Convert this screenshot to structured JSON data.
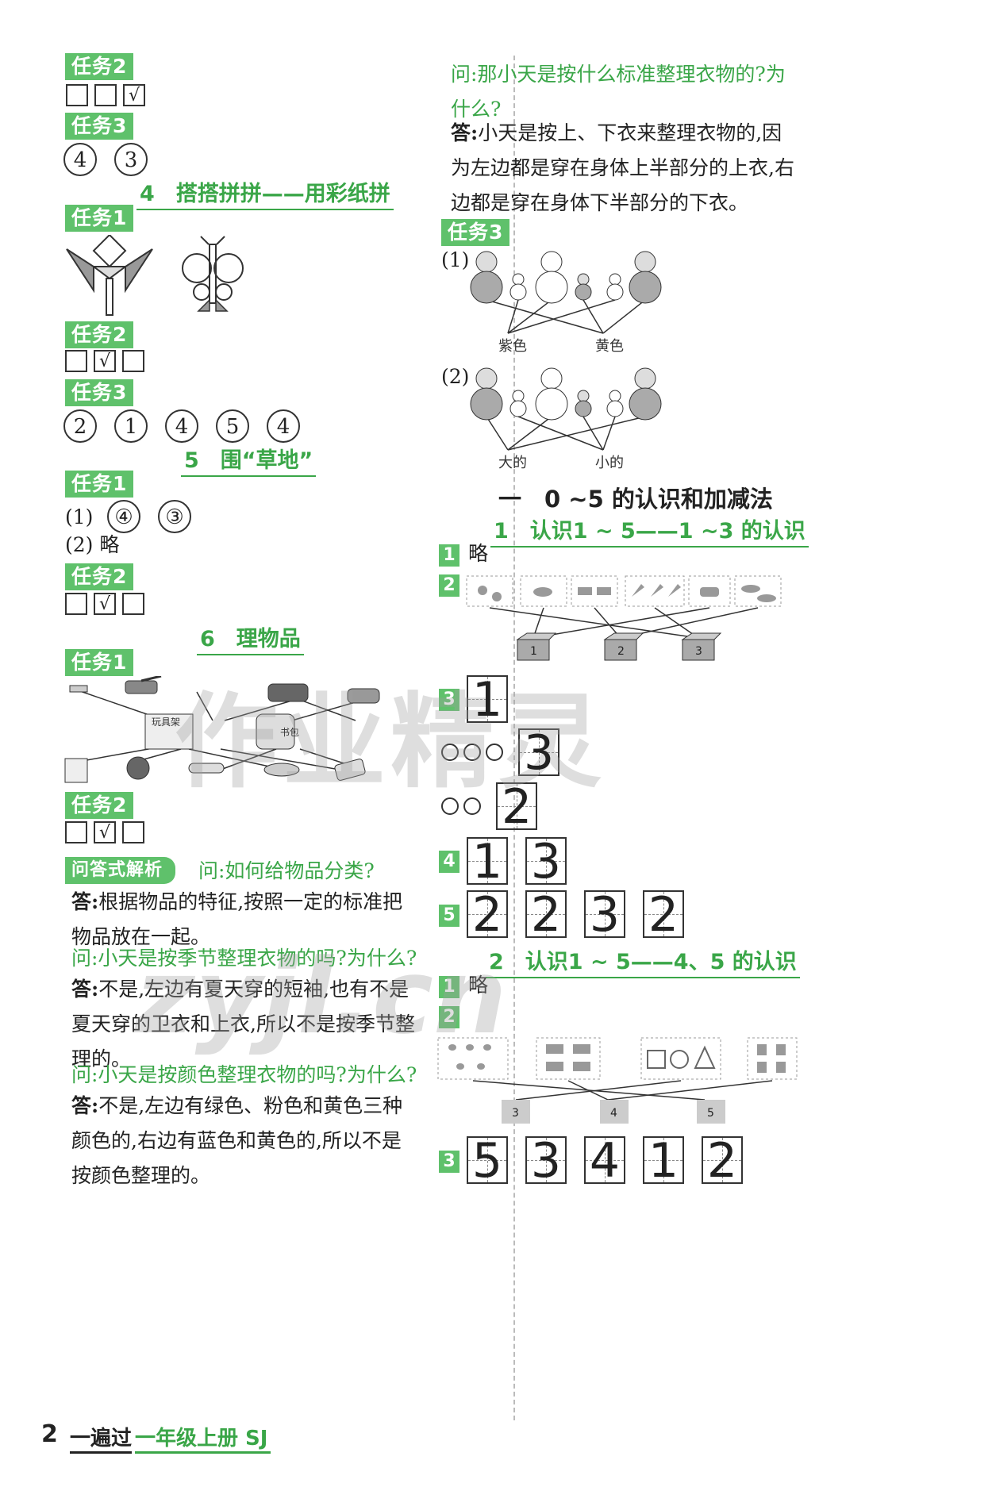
{
  "left": {
    "task2_top": {
      "label": "任务2",
      "boxes": [
        "",
        "",
        "√"
      ]
    },
    "task3_top": {
      "label": "任务3",
      "circles": [
        "4",
        "3"
      ]
    },
    "sec4": {
      "title": "4　搭搭拼拼——用彩纸拼"
    },
    "sec4_task1": {
      "label": "任务1"
    },
    "sec4_task2": {
      "label": "任务2",
      "boxes": [
        "",
        "√",
        ""
      ]
    },
    "sec4_task3": {
      "label": "任务3",
      "circles": [
        "2",
        "1",
        "4",
        "5",
        "4"
      ]
    },
    "sec5": {
      "title": "5　围“草地”"
    },
    "sec5_task1": {
      "label": "任务1",
      "line1_prefix": "(1)",
      "line1_circles": [
        "④",
        "③"
      ],
      "line2": "(2) 略"
    },
    "sec5_task2": {
      "label": "任务2",
      "boxes": [
        "",
        "√",
        ""
      ]
    },
    "sec6": {
      "title": "6　理物品"
    },
    "sec6_task1": {
      "label": "任务1",
      "shelf_label": "玩具架",
      "bag_label": "书包"
    },
    "sec6_task2": {
      "label": "任务2",
      "boxes": [
        "",
        "√",
        ""
      ]
    },
    "qa": {
      "tag": "问答式解析",
      "q1": "问:如何给物品分类?",
      "a1_prefix": "答:",
      "a1": "根据物品的特征,按照一定的标准把物品放在一起。",
      "q2": "问:小天是按季节整理衣物的吗?为什么?",
      "a2_prefix": "答:",
      "a2": "不是,左边有夏天穿的短袖,也有不是夏天穿的卫衣和上衣,所以不是按季节整理的。",
      "q3": "问:小天是按颜色整理衣物的吗?为什么?",
      "a3_prefix": "答:",
      "a3": "不是,左边有绿色、粉色和黄色三种颜色的,右边有蓝色和黄色的,所以不是按颜色整理的。"
    }
  },
  "right": {
    "q4": "问:那小天是按什么标准整理衣物的?为什么?",
    "a4_prefix": "答:",
    "a4": "小天是按上、下衣来整理衣物的,因为左边都是穿在身体上半部分的上衣,右边都是穿在身体下半部分的下衣。",
    "task3": {
      "label": "任务3",
      "p1": "(1)",
      "p1_left": "紫色",
      "p1_right": "黄色",
      "p2": "(2)",
      "p2_left": "大的",
      "p2_right": "小的"
    },
    "chapter": {
      "title": "一　0 ~5 的认识和加减法"
    },
    "sec1": {
      "title": "1　认识1 ~ 5——1 ~3 的认识"
    },
    "sec1_items": {
      "n1": "1",
      "n1_text": "略",
      "n2": "2",
      "boxes": [
        "1",
        "2",
        "3"
      ],
      "n3": "3",
      "n3_digits": [
        "1",
        "3",
        "2"
      ],
      "n4": "4",
      "n4_digits": [
        "1",
        "3"
      ],
      "n5": "5",
      "n5_digits": [
        "2",
        "2",
        "3",
        "2"
      ]
    },
    "sec2": {
      "title": "2　认识1 ~ 5——4、5 的认识"
    },
    "sec2_items": {
      "n1": "1",
      "n1_text": "略",
      "n2": "2",
      "boxes": [
        "3",
        "4",
        "5"
      ],
      "n3": "3",
      "n3_digits": [
        "5",
        "3",
        "4",
        "1",
        "2"
      ]
    }
  },
  "footer": {
    "page": "2",
    "brand": "一遍过",
    "grade": "一年级上册 SJ"
  },
  "watermark": {
    "line1": "作业精灵",
    "line2": "zyjl.cn"
  },
  "colors": {
    "accent": "#5fc16b",
    "title": "#3aa648"
  }
}
